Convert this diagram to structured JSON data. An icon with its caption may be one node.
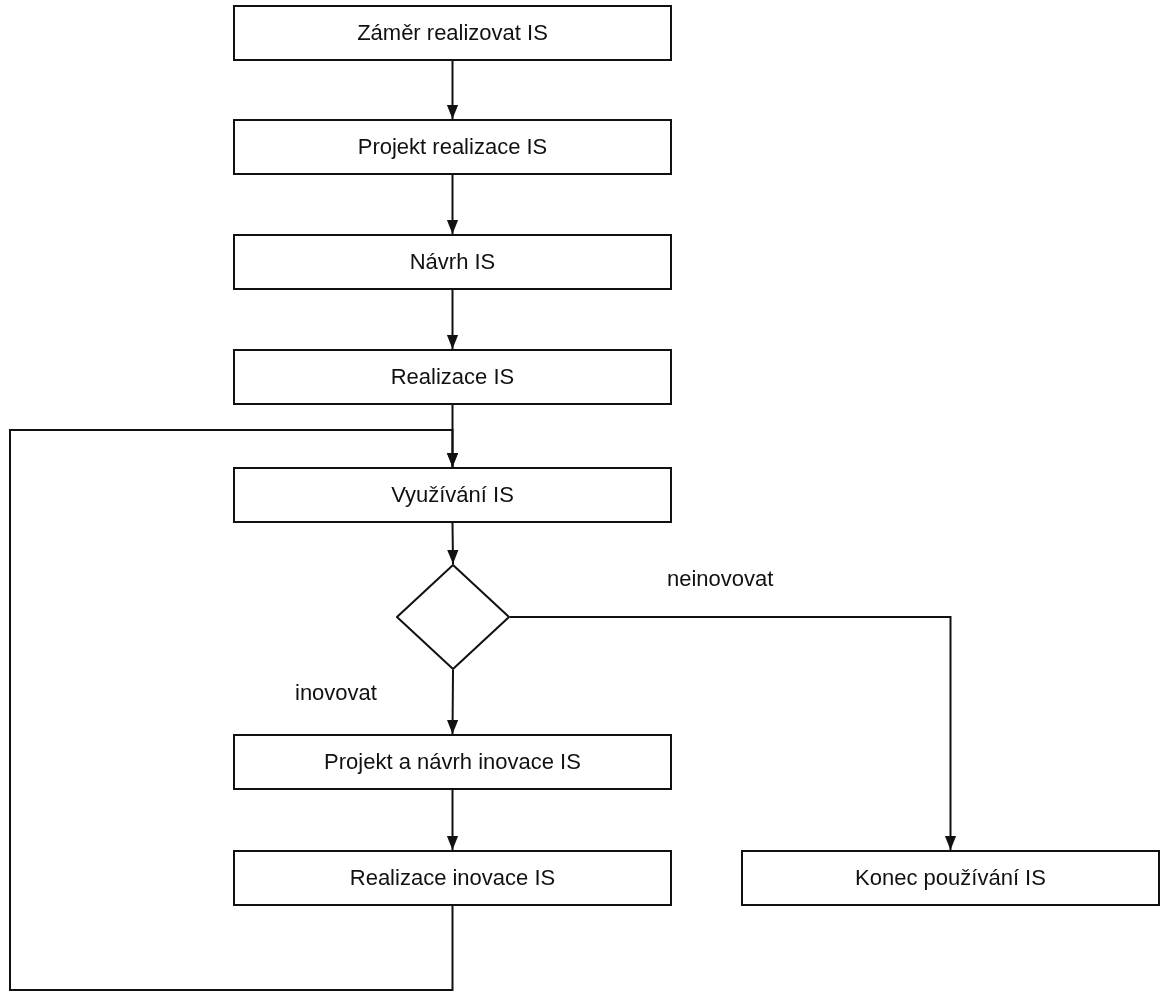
{
  "diagram": {
    "nodes": [
      {
        "text": [
          "Záměr realizovat IS"
        ]
      },
      {
        "text": [
          "Projekt realizace IS"
        ]
      },
      {
        "text": [
          "Návrh IS"
        ]
      },
      {
        "text": [
          "Realizace IS"
        ]
      },
      {
        "text": [
          "Využívání IS"
        ]
      },
      {
        "text": [],
        "shape": "diamond"
      },
      {
        "text": [
          "Projekt a návrh inovace IS"
        ]
      },
      {
        "text": [
          "Realizace inovace IS"
        ]
      },
      {
        "text": [
          "Konec používání IS"
        ]
      }
    ],
    "edges": [
      {
        "from": 0,
        "to": 1,
        "arrow": "to"
      },
      {
        "from": 1,
        "to": 2,
        "arrow": "to"
      },
      {
        "from": 2,
        "to": 3,
        "arrow": "to"
      },
      {
        "from": 3,
        "to": 4,
        "arrow": "to"
      },
      {
        "from": 4,
        "to": 5,
        "arrow": "to"
      },
      {
        "from": 5,
        "to": 6,
        "arrow": "to",
        "label": "inovovat"
      },
      {
        "from": 5,
        "to": 8,
        "arrow": "to",
        "label": "neinovovat"
      },
      {
        "from": 6,
        "to": 7,
        "arrow": "to"
      },
      {
        "from": 7,
        "to": 4,
        "arrow": "to"
      }
    ]
  }
}
